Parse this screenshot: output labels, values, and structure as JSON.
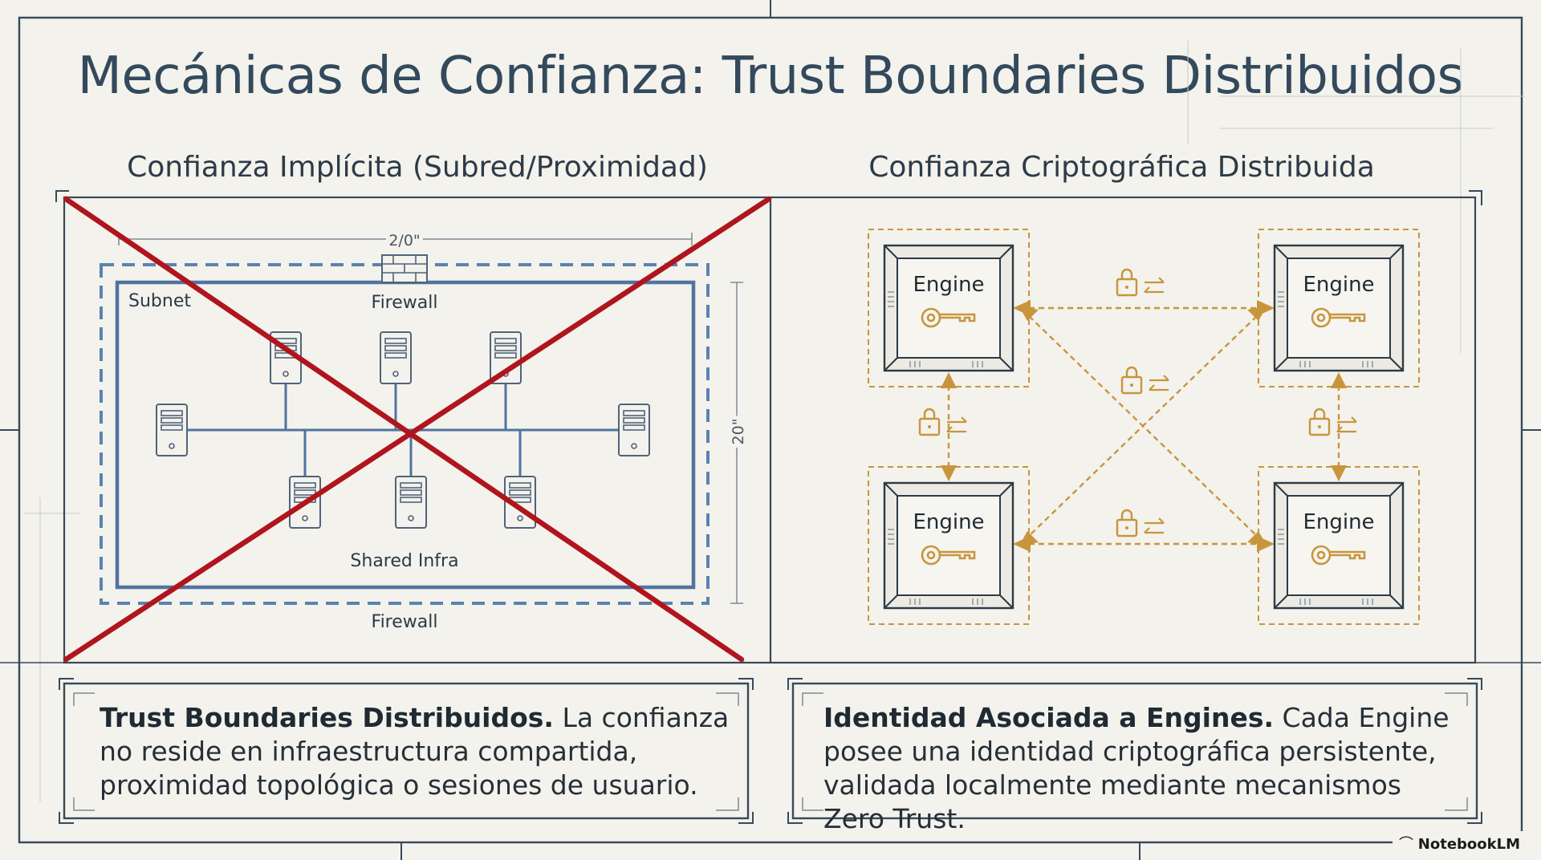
{
  "title": "Mecánicas de Confianza: Trust Boundaries Distribuidos",
  "left_panel": {
    "heading": "Confianza Implícita (Subred/Proximidad)",
    "dimension_top": "2/0\"",
    "dimension_side": "20\"",
    "firewall_top": "Firewall",
    "firewall_bottom": "Firewall",
    "subnet": "Subnet",
    "shared_infra": "Shared Infra",
    "crossed_out": true
  },
  "right_panel": {
    "heading": "Confianza Criptográfica Distribuida",
    "engine_label": "Engine",
    "engine_count": 4
  },
  "captions": {
    "left_bold": "Trust Boundaries Distribuidos.",
    "left_text": " La confianza no reside en infraestructura compartida, proximidad topológica o sesiones de usuario.",
    "right_bold": "Identidad Asociada a Engines.",
    "right_text": " Cada Engine posee una identidad criptográfica persistente, validada localmente mediante mecanismos Zero Trust."
  },
  "branding": "NotebookLM",
  "colors": {
    "background": "#f3f2ec",
    "title": "#33495c",
    "network_blue": "#4f74a0",
    "cross_red": "#b0151d",
    "gold": "#c8953d",
    "frame": "#37495a"
  }
}
